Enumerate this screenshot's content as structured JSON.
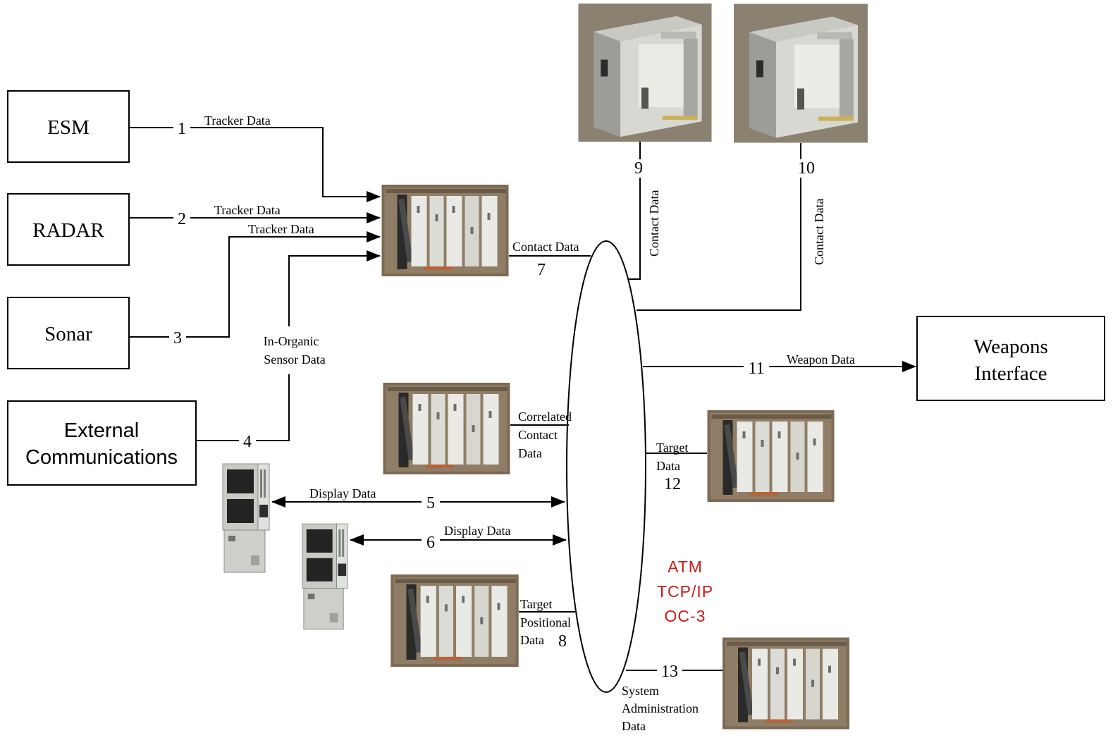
{
  "boxes": {
    "esm": "ESM",
    "radar": "RADAR",
    "sonar": "Sonar",
    "external": [
      "External",
      "Communications"
    ],
    "weapons": [
      "Weapons",
      "Interface"
    ]
  },
  "links": {
    "l1": {
      "num": "1",
      "label": "Tracker Data"
    },
    "l2": {
      "num": "2",
      "label": "Tracker Data"
    },
    "l3": {
      "num": "3",
      "label": "Tracker Data"
    },
    "l4": {
      "num": "4",
      "label": [
        "In-Organic",
        "Sensor Data"
      ]
    },
    "l5": {
      "num": "5",
      "label": "Display Data"
    },
    "l6": {
      "num": "6",
      "label": "Display Data"
    },
    "l7": {
      "num": "7",
      "label": "Contact Data"
    },
    "l8": {
      "num": "8",
      "label": [
        "Target",
        "Positional",
        "Data"
      ]
    },
    "l9": {
      "num": "9",
      "label": "Contact Data"
    },
    "l10": {
      "num": "10",
      "label": "Contact Data"
    },
    "l11": {
      "num": "11",
      "label": "Weapon Data"
    },
    "l12": {
      "num": "12",
      "label": [
        "Target",
        "Data"
      ]
    },
    "l13": {
      "num": "13",
      "label": [
        "System",
        "Administration",
        "Data"
      ]
    },
    "correlated": [
      "Correlated",
      "Contact",
      "Data"
    ]
  },
  "network": [
    "ATM",
    "TCP/IP",
    "OC-3"
  ],
  "colors": {
    "network_text": "#cc1a1a",
    "rack": "#7c6a55",
    "server": "#8a8170"
  },
  "icons": {
    "rack": "equipment-rack-icon",
    "server": "server-chassis-icon",
    "console": "display-console-icon"
  }
}
